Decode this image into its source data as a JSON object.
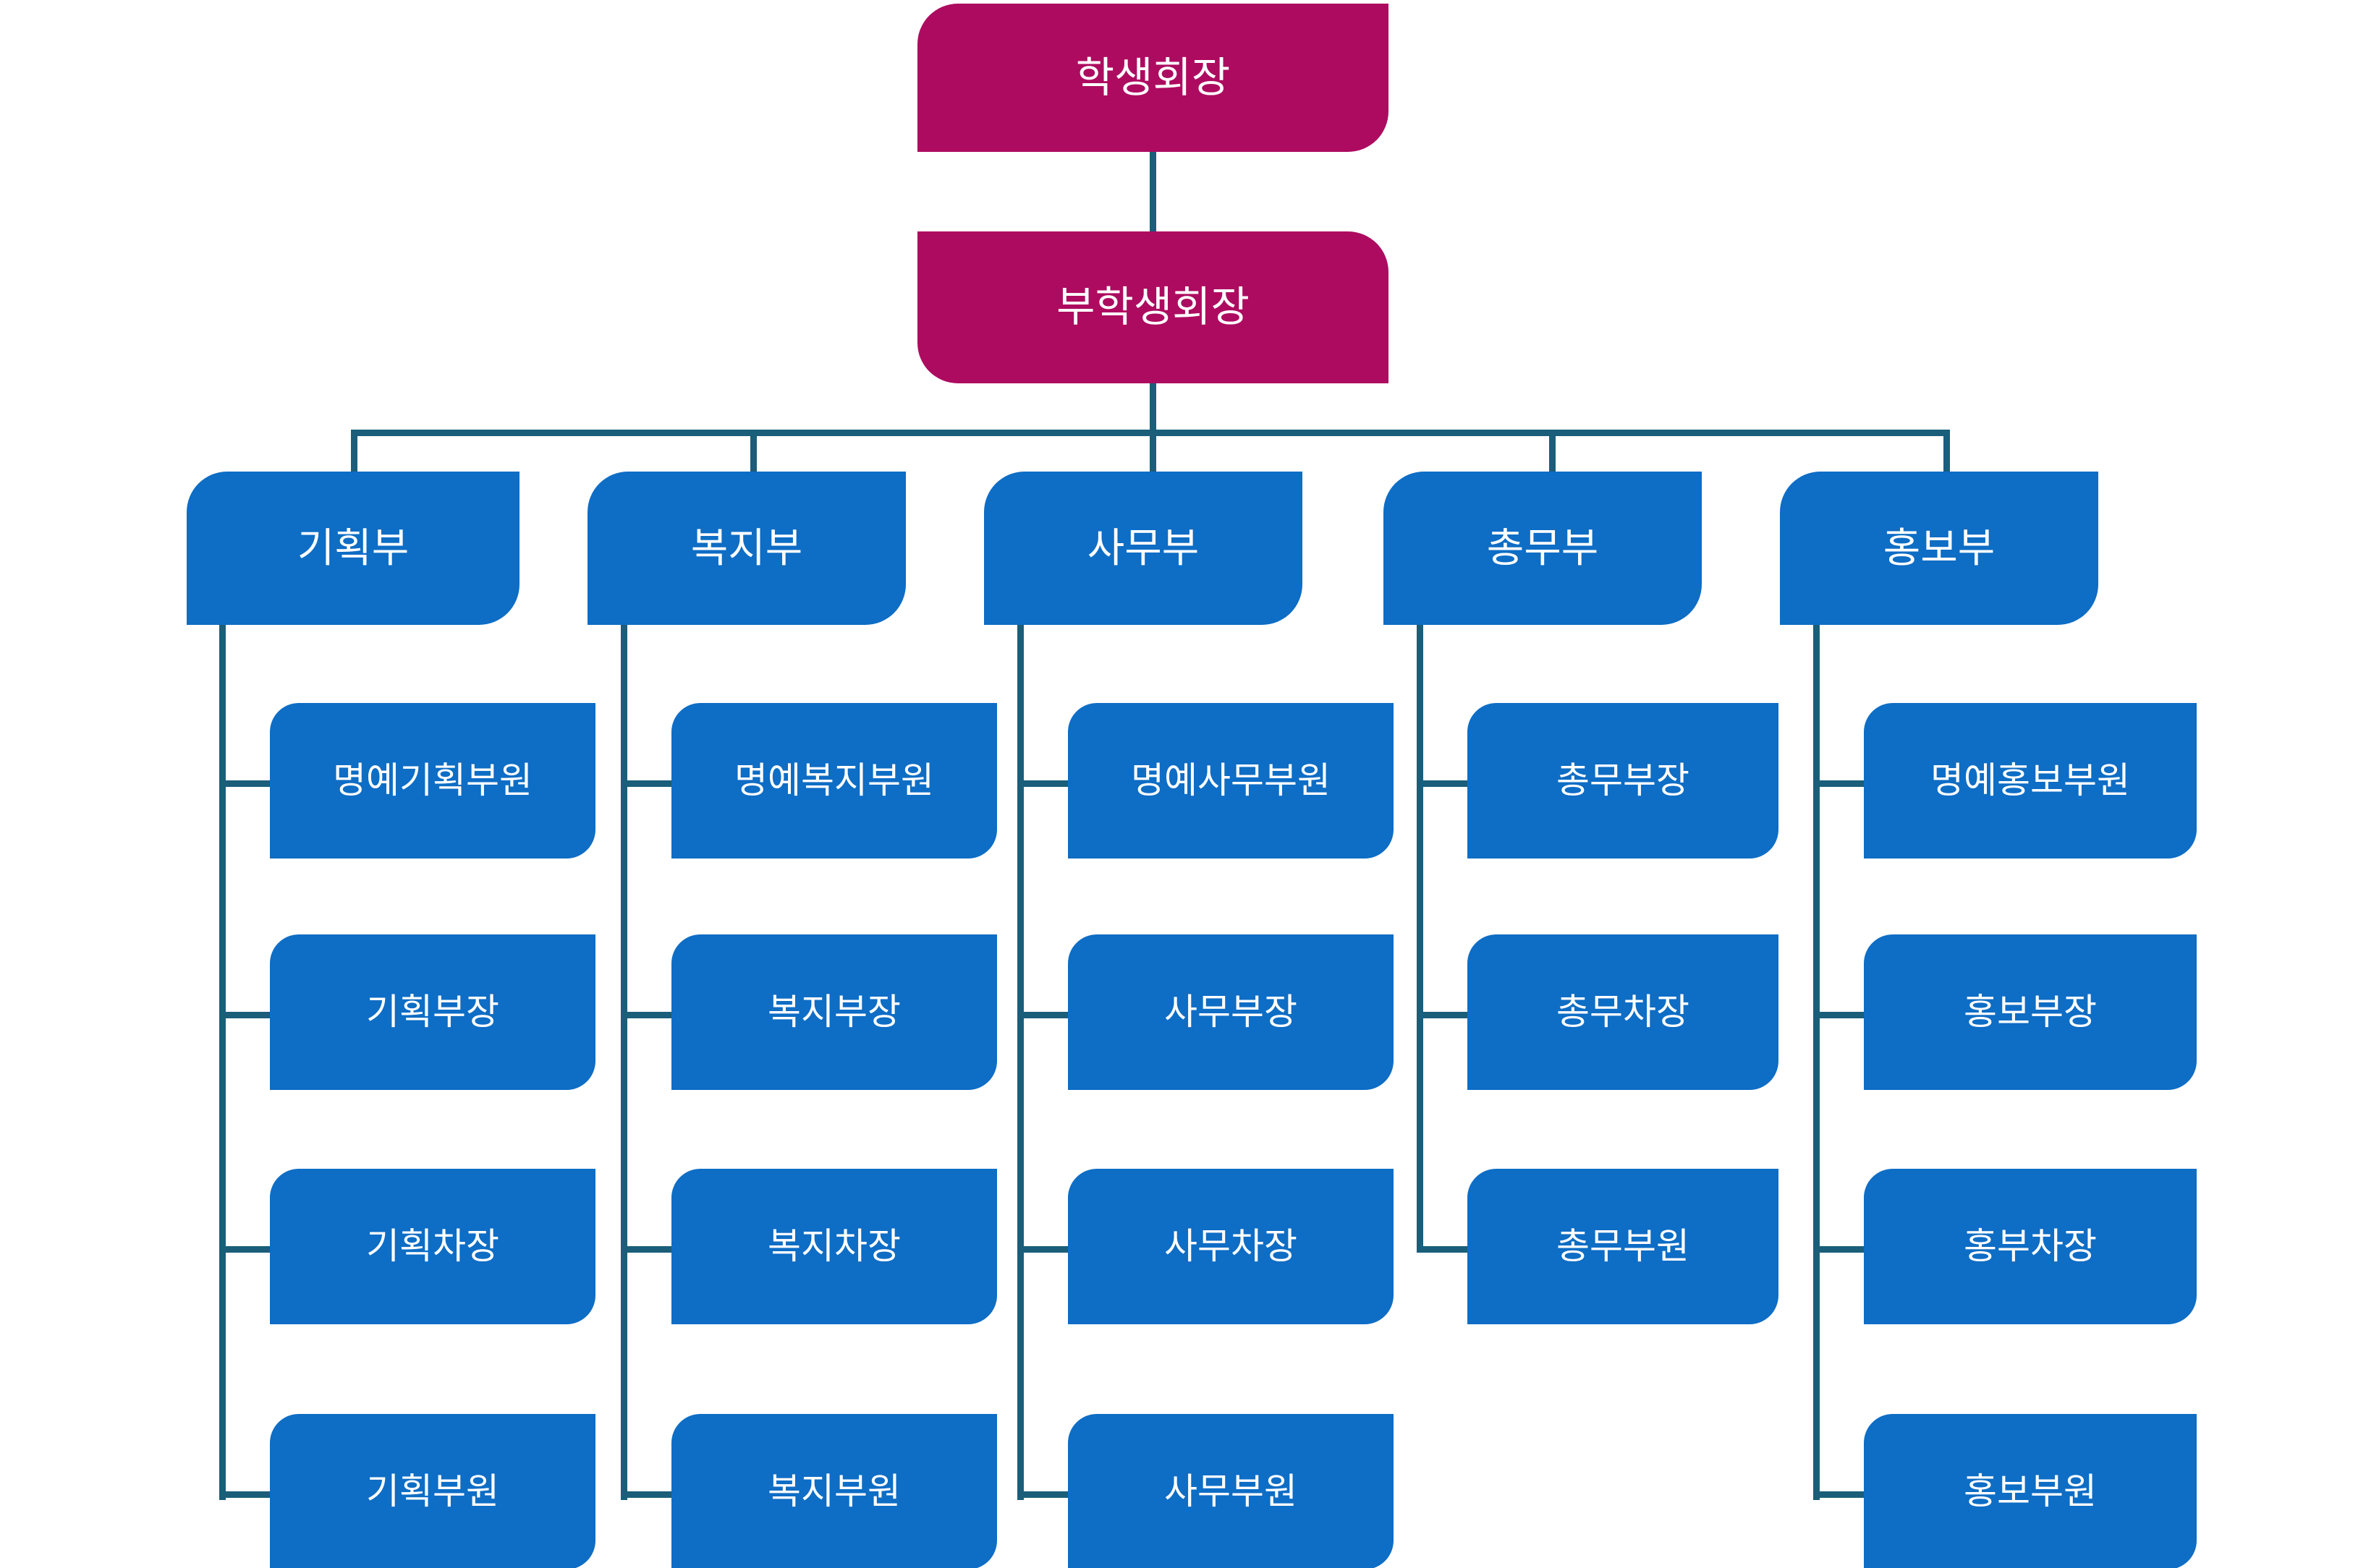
{
  "chart_data": {
    "type": "diagram",
    "diagram_type": "organizational-chart",
    "title": "",
    "colors": {
      "executive_box": "#AD0B60",
      "department_box": "#0E6DC5",
      "member_box": "#0E6DC5",
      "connector_line": "#1A5E7A",
      "text": "#FFFFFF",
      "background": "#FFFFFF"
    },
    "levels": [
      {
        "level": 1,
        "nodes": [
          "학생회장"
        ]
      },
      {
        "level": 2,
        "nodes": [
          "부학생회장"
        ]
      },
      {
        "level": 3,
        "nodes": [
          "기획부",
          "복지부",
          "사무부",
          "총무부",
          "홍보부"
        ]
      },
      {
        "level": 4,
        "nodes": [
          "명예기획부원",
          "명예복지부원",
          "명예사무부원",
          "총무부장",
          "명예홍보부원",
          "기획부장",
          "복지부장",
          "사무부장",
          "총무차장",
          "홍보부장",
          "기획차장",
          "복지차장",
          "사무차장",
          "총무부원",
          "홍부차장",
          "기획부원",
          "복지부원",
          "사무부원",
          "홍보부원"
        ]
      }
    ]
  },
  "executive": {
    "president": "학생회장",
    "vice_president": "부학생회장"
  },
  "departments": [
    {
      "name": "기획부",
      "members": [
        "명예기획부원",
        "기획부장",
        "기획차장",
        "기획부원"
      ]
    },
    {
      "name": "복지부",
      "members": [
        "명예복지부원",
        "복지부장",
        "복지차장",
        "복지부원"
      ]
    },
    {
      "name": "사무부",
      "members": [
        "명예사무부원",
        "사무부장",
        "사무차장",
        "사무부원"
      ]
    },
    {
      "name": "총무부",
      "members": [
        "총무부장",
        "총무차장",
        "총무부원"
      ]
    },
    {
      "name": "홍보부",
      "members": [
        "명예홍보부원",
        "홍보부장",
        "홍부차장",
        "홍보부원"
      ]
    }
  ]
}
